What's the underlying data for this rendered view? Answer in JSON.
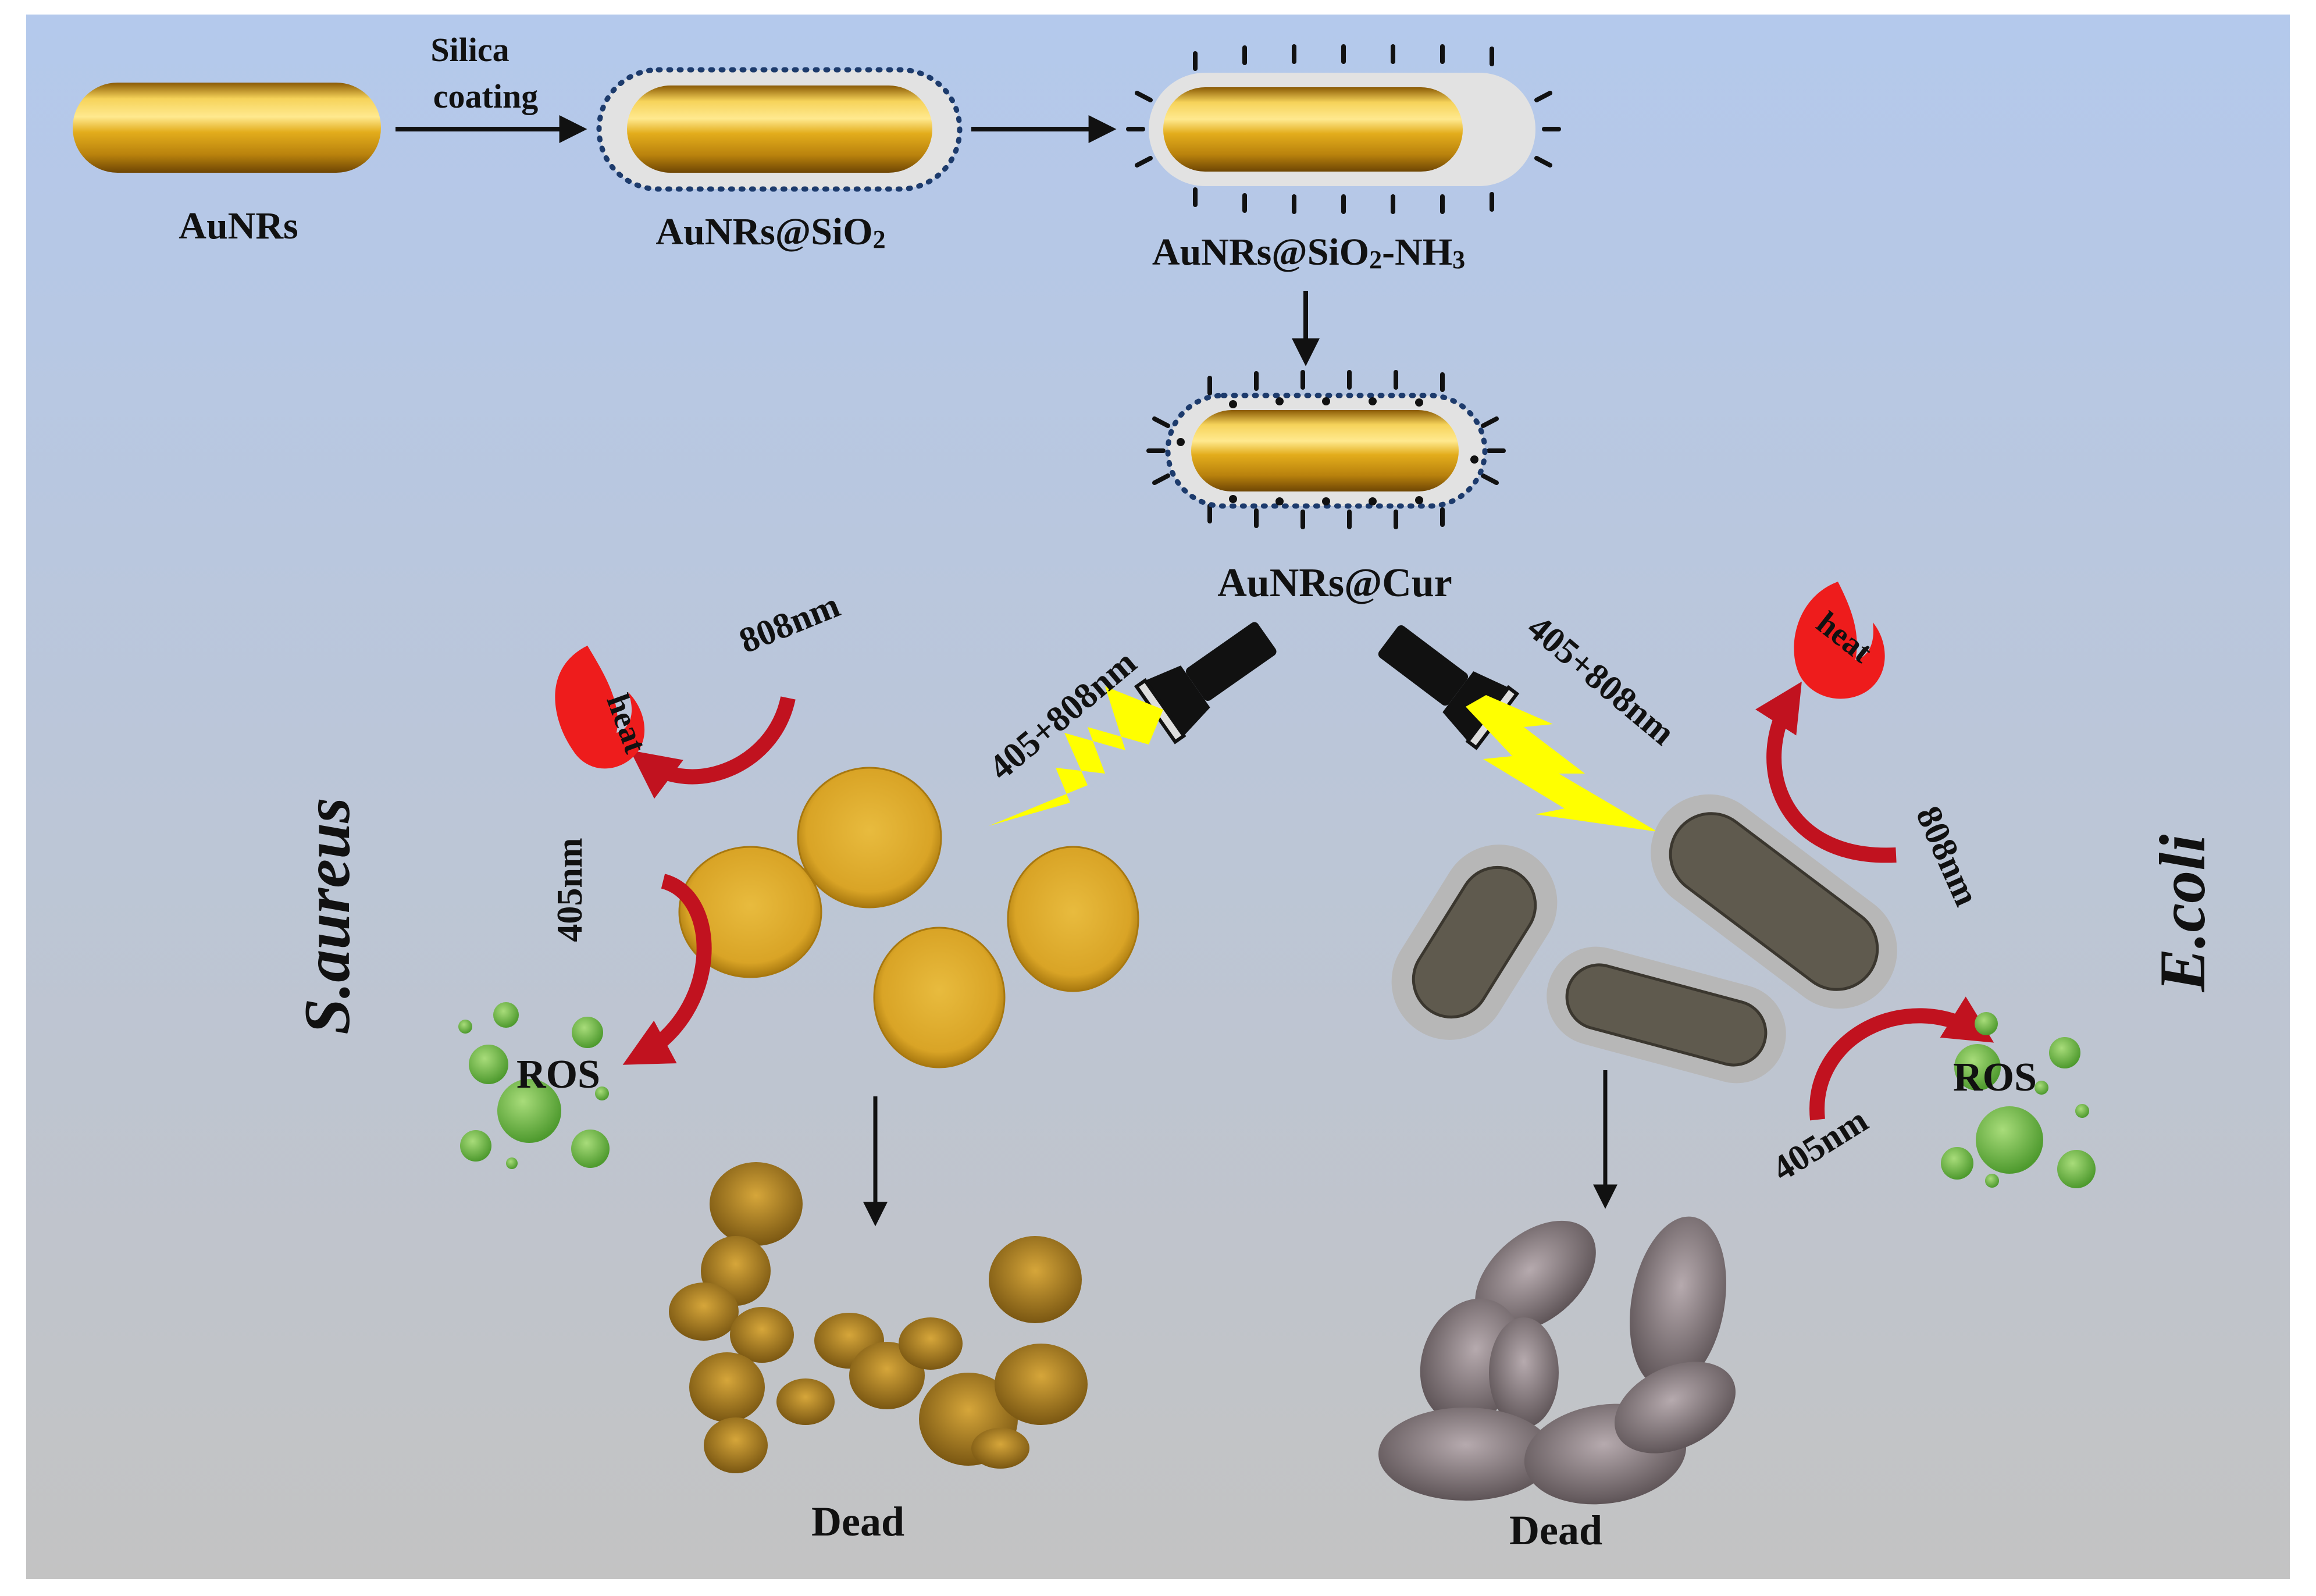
{
  "steps": {
    "silica_line1": "Silica",
    "silica_line2": "coating",
    "aunrs": "AuNRs",
    "aunrs_sio2": "AuNRs@SiO",
    "aunrs_sio2_sub": "2",
    "aunrs_sio2_nh3_a": "AuNRs@SiO",
    "aunrs_sio2_nh3_sub1": "2",
    "aunrs_sio2_nh3_b": "-NH",
    "aunrs_sio2_nh3_sub2": "3",
    "aunrs_cur": "AuNRs@Cur"
  },
  "left": {
    "organism": "S.aureus",
    "irradiation": "405+808nm",
    "nir": "808nm",
    "blue": "405nm",
    "heat": "heat",
    "ros": "ROS",
    "result": "Dead"
  },
  "right": {
    "organism": "E.coli",
    "irradiation": "405+808nm",
    "nir": "808nm",
    "blue": "405nm",
    "heat": "heat",
    "ros": "ROS",
    "result": "Dead"
  },
  "colors": {
    "background_top": "#b4c9ec",
    "background_bottom": "#c3c3c3",
    "gold": "#e4b21b",
    "silica_shell": "#e2e2e2",
    "shell_dots": "#1d3b6c",
    "heat_arrow": "#c1121f",
    "flame": "#ee1c1c",
    "lightning": "#ffff00",
    "ros_green": "#6ab446",
    "s_aureus": "#d9a92c",
    "e_coli": "#5f5a4e",
    "e_coli_dead": "#8a7f82"
  }
}
